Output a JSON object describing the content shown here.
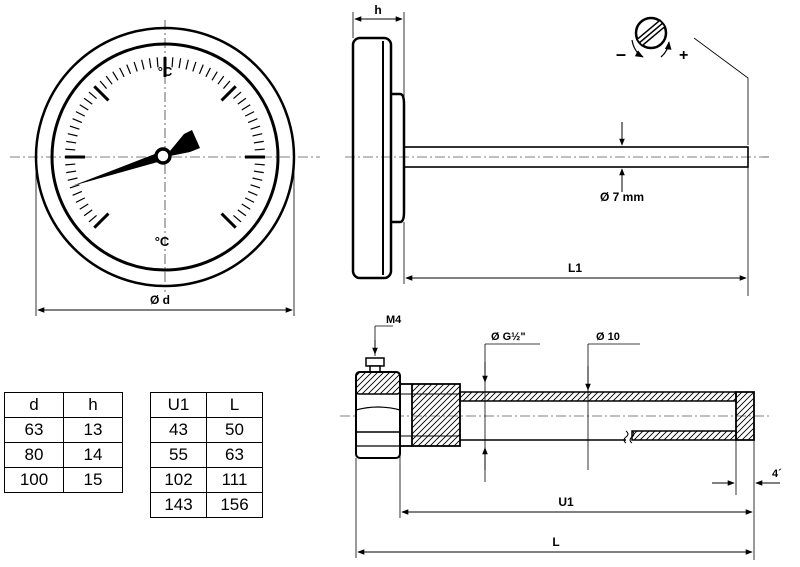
{
  "dial": {
    "unit_upper": "°C",
    "unit_lower": "°C",
    "diameter_label": "Ø d"
  },
  "side_view": {
    "height_label": "h",
    "stem_diameter_label": "Ø 7 mm",
    "length_label": "L1"
  },
  "adjust_screw": {
    "minus_label": "–",
    "plus_label": "+"
  },
  "well_view": {
    "screw_label": "M4",
    "thread_label": "Ø G½\"",
    "outer_diameter_label": "Ø 10",
    "gap_label": "4´",
    "insertion_label": "U1",
    "total_label": "L"
  },
  "table_dh": {
    "headers": [
      "d",
      "h"
    ],
    "rows": [
      [
        "63",
        "13"
      ],
      [
        "80",
        "14"
      ],
      [
        "100",
        "15"
      ]
    ]
  },
  "table_ul": {
    "headers": [
      "U1",
      "L"
    ],
    "rows": [
      [
        "43",
        "50"
      ],
      [
        "55",
        "63"
      ],
      [
        "102",
        "111"
      ],
      [
        "143",
        "156"
      ]
    ]
  }
}
